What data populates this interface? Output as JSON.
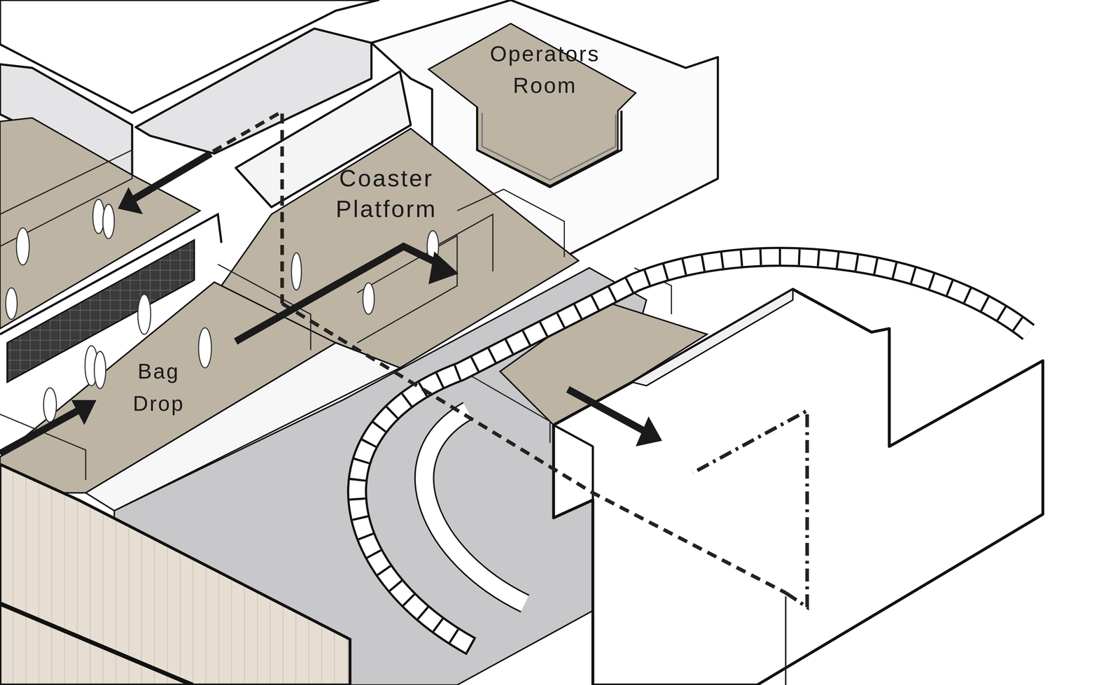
{
  "diagram": {
    "labels": [
      "Operators Room",
      "Coaster Platform",
      "Bag Drop"
    ]
  }
}
